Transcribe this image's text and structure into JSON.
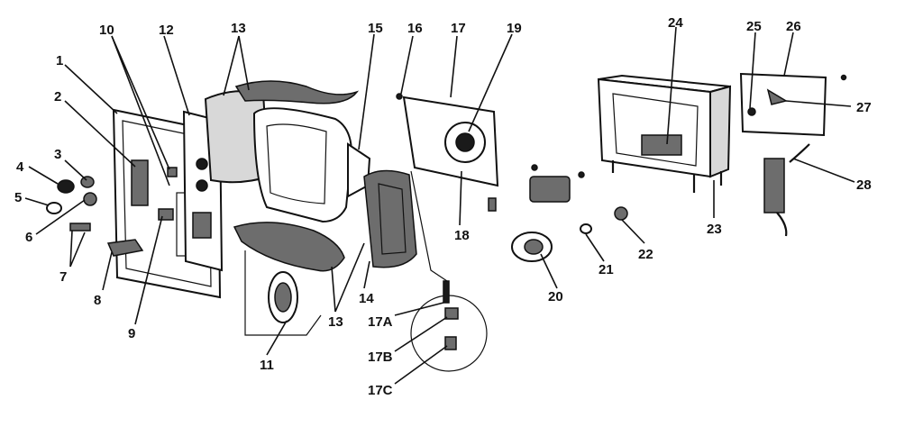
{
  "labels": {
    "l1": "1",
    "l2": "2",
    "l3": "3",
    "l4": "4",
    "l5": "5",
    "l6": "6",
    "l7": "7",
    "l8": "8",
    "l9": "9",
    "l10": "10",
    "l11": "11",
    "l12": "12",
    "l13a": "13",
    "l13b": "13",
    "l14": "14",
    "l15": "15",
    "l16": "16",
    "l17": "17",
    "l17a": "17A",
    "l17b": "17B",
    "l17c": "17C",
    "l18": "18",
    "l19": "19",
    "l20": "20",
    "l21": "21",
    "l22": "22",
    "l23": "23",
    "l24": "24",
    "l25": "25",
    "l26": "26",
    "l27": "27",
    "l28": "28"
  },
  "colors": {
    "ink": "#111111",
    "paper": "#ffffff",
    "shade": "#6d6d6d"
  }
}
